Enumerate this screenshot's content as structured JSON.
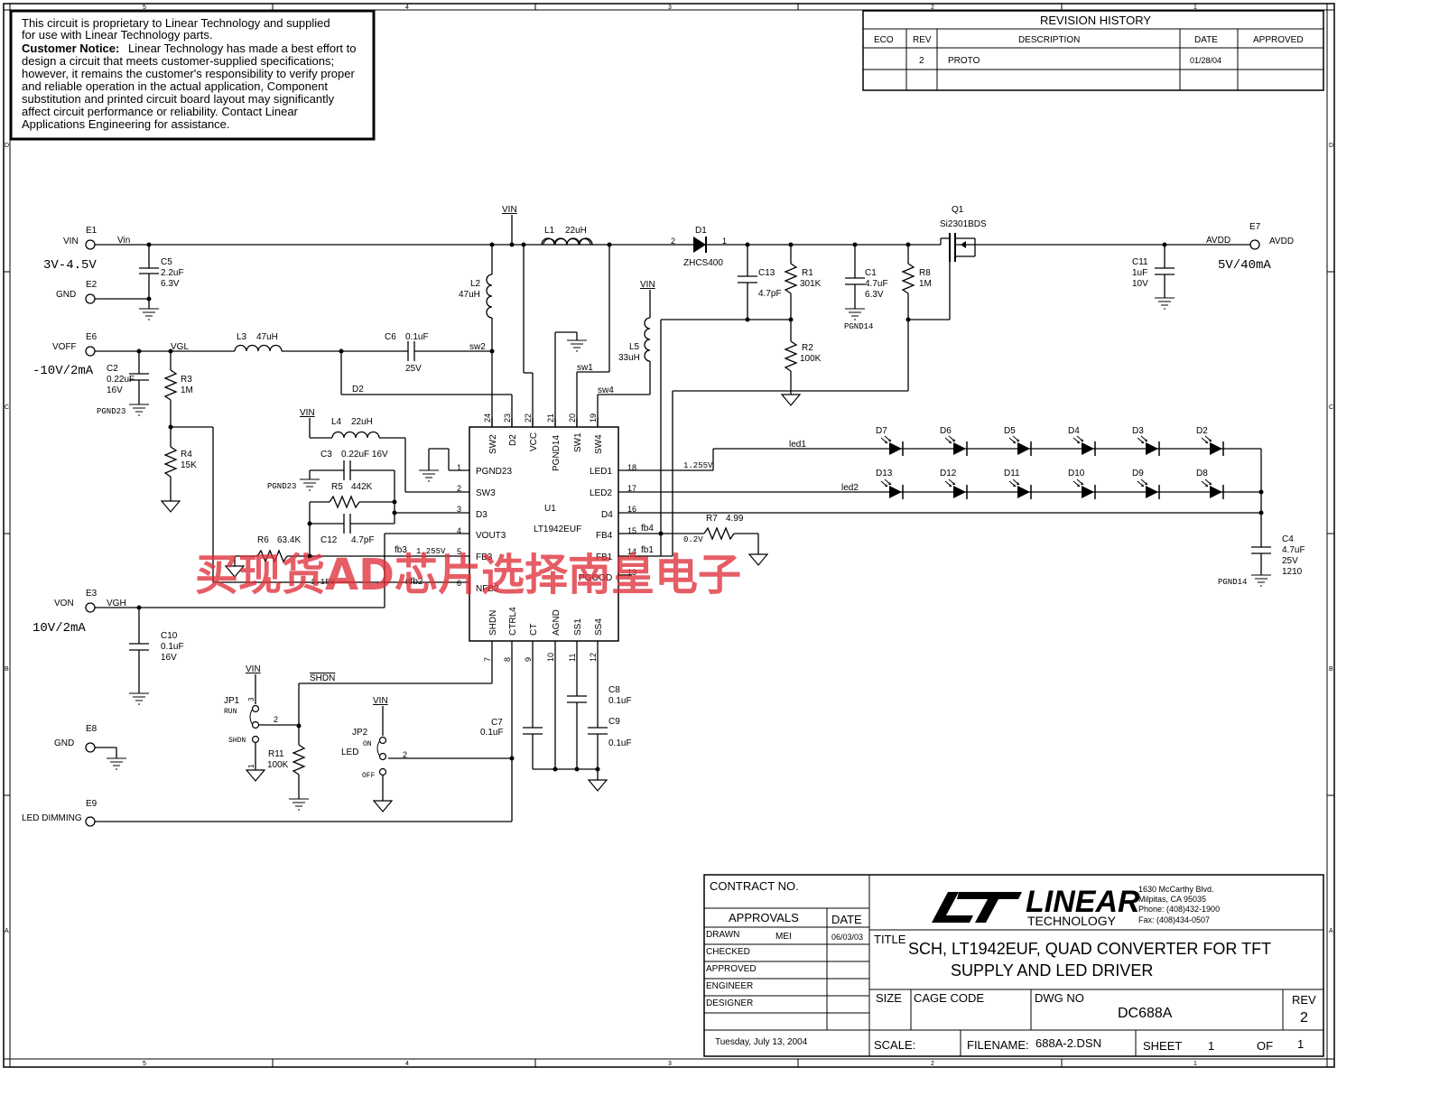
{
  "disclaimer": {
    "line1": "This circuit is proprietary to Linear Technology and supplied",
    "line2": "for use with Linear Technology parts.",
    "notice_label": "Customer Notice:",
    "line3": "Linear Technology has made a best effort to",
    "line4": "design a circuit that meets customer-supplied specifications;",
    "line5": "however, it remains the customer's responsibility to verify proper",
    "line6": "and reliable operation in the actual application, Component",
    "line7": "substitution and printed circuit board layout may significantly",
    "line8": "affect circuit performance or reliability. Contact Linear",
    "line9": "Applications Engineering for assistance."
  },
  "revision": {
    "title": "REVISION HISTORY",
    "headers": [
      "ECO",
      "REV",
      "DESCRIPTION",
      "DATE",
      "APPROVED"
    ],
    "row": {
      "eco": "",
      "rev": "2",
      "description": "PROTO",
      "date": "01/28/04",
      "approved": ""
    }
  },
  "border": {
    "top_numbers": [
      "5",
      "4",
      "3",
      "2",
      "1"
    ],
    "side_letters": [
      "D",
      "C",
      "B",
      "A"
    ]
  },
  "terminals": {
    "e1": {
      "id": "E1",
      "name": "VIN",
      "net": "Vin",
      "note": "3V-4.5V"
    },
    "e2": {
      "id": "E2",
      "name": "GND"
    },
    "e6": {
      "id": "E6",
      "name": "VOFF",
      "net": "VGL",
      "note": "-10V/2mA"
    },
    "e3": {
      "id": "E3",
      "name": "VON",
      "net": "VGH",
      "note": "10V/2mA"
    },
    "e8": {
      "id": "E8",
      "name": "GND"
    },
    "e9": {
      "id": "E9",
      "name": "LED DIMMING"
    },
    "e7": {
      "id": "E7",
      "name": "AVDD",
      "net": "AVDD",
      "note": "5V/40mA"
    }
  },
  "components": {
    "c5": {
      "ref": "C5",
      "v1": "2.2uF",
      "v2": "6.3V"
    },
    "c2": {
      "ref": "C2",
      "v1": "0.22uF",
      "v2": "16V"
    },
    "c10": {
      "ref": "C10",
      "v1": "0.1uF",
      "v2": "16V"
    },
    "c6": {
      "ref": "C6",
      "v1": "0.1uF",
      "v2": "25V"
    },
    "c3": {
      "ref": "C3",
      "v1": "0.22uF 16V"
    },
    "c12": {
      "ref": "C12",
      "v1": "4.7pF"
    },
    "c13": {
      "ref": "C13",
      "v1": "4.7pF"
    },
    "c1": {
      "ref": "C1",
      "v1": "4.7uF",
      "v2": "6.3V"
    },
    "c11": {
      "ref": "C11",
      "v1": "1uF",
      "v2": "10V"
    },
    "c4": {
      "ref": "C4",
      "v1": "4.7uF",
      "v2": "25V",
      "v3": "1210"
    },
    "c7": {
      "ref": "C7",
      "v1": "0.1uF"
    },
    "c8": {
      "ref": "C8",
      "v1": "0.1uF"
    },
    "c9": {
      "ref": "C9",
      "v1": "0.1uF"
    },
    "l1": {
      "ref": "L1",
      "v1": "22uH"
    },
    "l2": {
      "ref": "L2",
      "v1": "47uH"
    },
    "l3": {
      "ref": "L3",
      "v1": "47uH"
    },
    "l4": {
      "ref": "L4",
      "v1": "22uH"
    },
    "l5": {
      "ref": "L5",
      "v1": "33uH"
    },
    "r1": {
      "ref": "R1",
      "v1": "301K"
    },
    "r2": {
      "ref": "R2",
      "v1": "100K"
    },
    "r3": {
      "ref": "R3",
      "v1": "1M"
    },
    "r4": {
      "ref": "R4",
      "v1": "15K"
    },
    "r5": {
      "ref": "R5",
      "v1": "442K"
    },
    "r6": {
      "ref": "R6",
      "v1": "63.4K"
    },
    "r7": {
      "ref": "R7",
      "v1": "4.99"
    },
    "r8": {
      "ref": "R8",
      "v1": "1M"
    },
    "r11": {
      "ref": "R11",
      "v1": "100K"
    },
    "d1": {
      "ref": "D1",
      "v1": "ZHCS400",
      "p1": "2",
      "p2": "1"
    },
    "q1": {
      "ref": "Q1",
      "v1": "Si2301BDS"
    },
    "jp1": {
      "ref": "JP1",
      "top": "RUN",
      "bottom": "SHDN"
    },
    "jp2": {
      "ref": "JP2",
      "top": "ON",
      "bottom": "OFF",
      "name": "LED"
    }
  },
  "leds": {
    "row1": [
      "D7",
      "D6",
      "D5",
      "D4",
      "D3",
      "D2"
    ],
    "row2": [
      "D13",
      "D12",
      "D11",
      "D10",
      "D9",
      "D8"
    ]
  },
  "ic": {
    "ref": "U1",
    "part": "LT1942EUF",
    "top_pins": [
      {
        "num": "24",
        "name": "SW2"
      },
      {
        "num": "23",
        "name": "D2"
      },
      {
        "num": "22",
        "name": "VCC"
      },
      {
        "num": "21",
        "name": "PGND14"
      },
      {
        "num": "20",
        "name": "SW1"
      },
      {
        "num": "19",
        "name": "SW4"
      }
    ],
    "left_pins": [
      {
        "num": "1",
        "name": "PGND23"
      },
      {
        "num": "2",
        "name": "SW3"
      },
      {
        "num": "3",
        "name": "D3"
      },
      {
        "num": "4",
        "name": "VOUT3"
      },
      {
        "num": "5",
        "name": "FB3"
      },
      {
        "num": "6",
        "name": "NFB2"
      }
    ],
    "right_pins": [
      {
        "num": "18",
        "name": "LED1"
      },
      {
        "num": "17",
        "name": "LED2"
      },
      {
        "num": "16",
        "name": "D4"
      },
      {
        "num": "15",
        "name": "FB4"
      },
      {
        "num": "14",
        "name": "FB1"
      },
      {
        "num": "13",
        "name": "PGOOD"
      }
    ],
    "bottom_pins": [
      {
        "num": "7",
        "name": "SHDN"
      },
      {
        "num": "8",
        "name": "CTRL4"
      },
      {
        "num": "9",
        "name": "CT"
      },
      {
        "num": "10",
        "name": "AGND"
      },
      {
        "num": "11",
        "name": "SS1"
      },
      {
        "num": "12",
        "name": "SS4"
      }
    ]
  },
  "nets": {
    "vin": "VIN",
    "sw1": "sw1",
    "sw2": "sw2",
    "sw4": "sw4",
    "d2": "D2",
    "led1": "led1",
    "led2": "led2",
    "fb1": "fb1",
    "fb3": "fb3",
    "fb4": "fb4",
    "nfb2": "nfb2",
    "shdn": "SHDN",
    "pgnd14": "PGND14",
    "pgnd23": "PGND23",
    "v1255": "1.255V",
    "v1255b": "1.255V",
    "v02": "0.2V",
    "v115": "1.15V"
  },
  "title_block": {
    "contract": "CONTRACT NO.",
    "approvals": "APPROVALS",
    "date_hdr": "DATE",
    "drawn": "DRAWN",
    "drawn_by": "MEI",
    "drawn_date": "06/03/03",
    "checked": "CHECKED",
    "approved": "APPROVED",
    "engineer": "ENGINEER",
    "designer": "DESIGNER",
    "printed": "Tuesday, July 13, 2004",
    "logo_word": "LINEAR",
    "logo_sub": "TECHNOLOGY",
    "addr1": "1630 McCarthy Blvd.",
    "addr2": "Milpitas, CA 95035",
    "addr3": "Phone: (408)432-1900",
    "addr4": "Fax: (408)434-0507",
    "title_label": "TITLE",
    "title1": "SCH, LT1942EUF, QUAD CONVERTER FOR TFT",
    "title2": "SUPPLY AND LED DRIVER",
    "size": "SIZE",
    "cage": "CAGE CODE",
    "dwg": "DWG NO",
    "dwg_no": "DC688A",
    "rev_label": "REV",
    "rev": "2",
    "scale": "SCALE:",
    "filename_label": "FILENAME:",
    "filename": "688A-2.DSN",
    "sheet_label": "SHEET",
    "sheet": "1",
    "of_label": "OF",
    "of": "1"
  },
  "watermark": "买现货AD芯片选择南皇电子"
}
